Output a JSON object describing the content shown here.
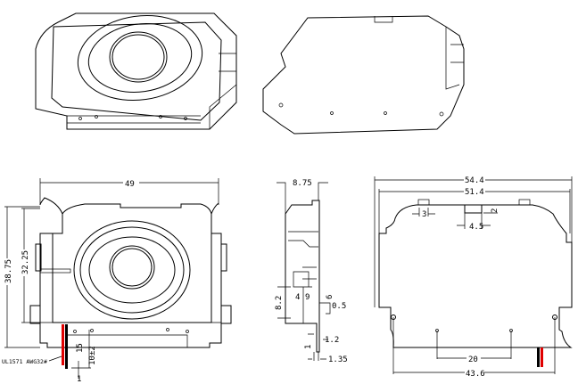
{
  "front_view": {
    "width": "49",
    "height_total": "38.75",
    "height_body": "32.25",
    "wire_dim_a": "15",
    "wire_dim_b": "10±2",
    "wire_dim_c": "1",
    "wire_label": "UL1571 AWG32#"
  },
  "side_view": {
    "thickness": "8.75",
    "dim_4": "4",
    "dim_9": "9",
    "dim_8_2": "8.2",
    "dim_6": "6",
    "dim_0_5": "0.5",
    "dim_1": "1",
    "dim_1_2": "1.2",
    "dim_1_35": "1.35"
  },
  "rear_view": {
    "outer_width": "54.4",
    "inner_width": "51.4",
    "tab_width": "3",
    "notch_width": "4.5",
    "notch_depth": "2",
    "hole_spacing": "20",
    "mount_spacing": "43.6"
  },
  "colors": {
    "wire_red": "#e00000",
    "wire_black": "#000000"
  }
}
